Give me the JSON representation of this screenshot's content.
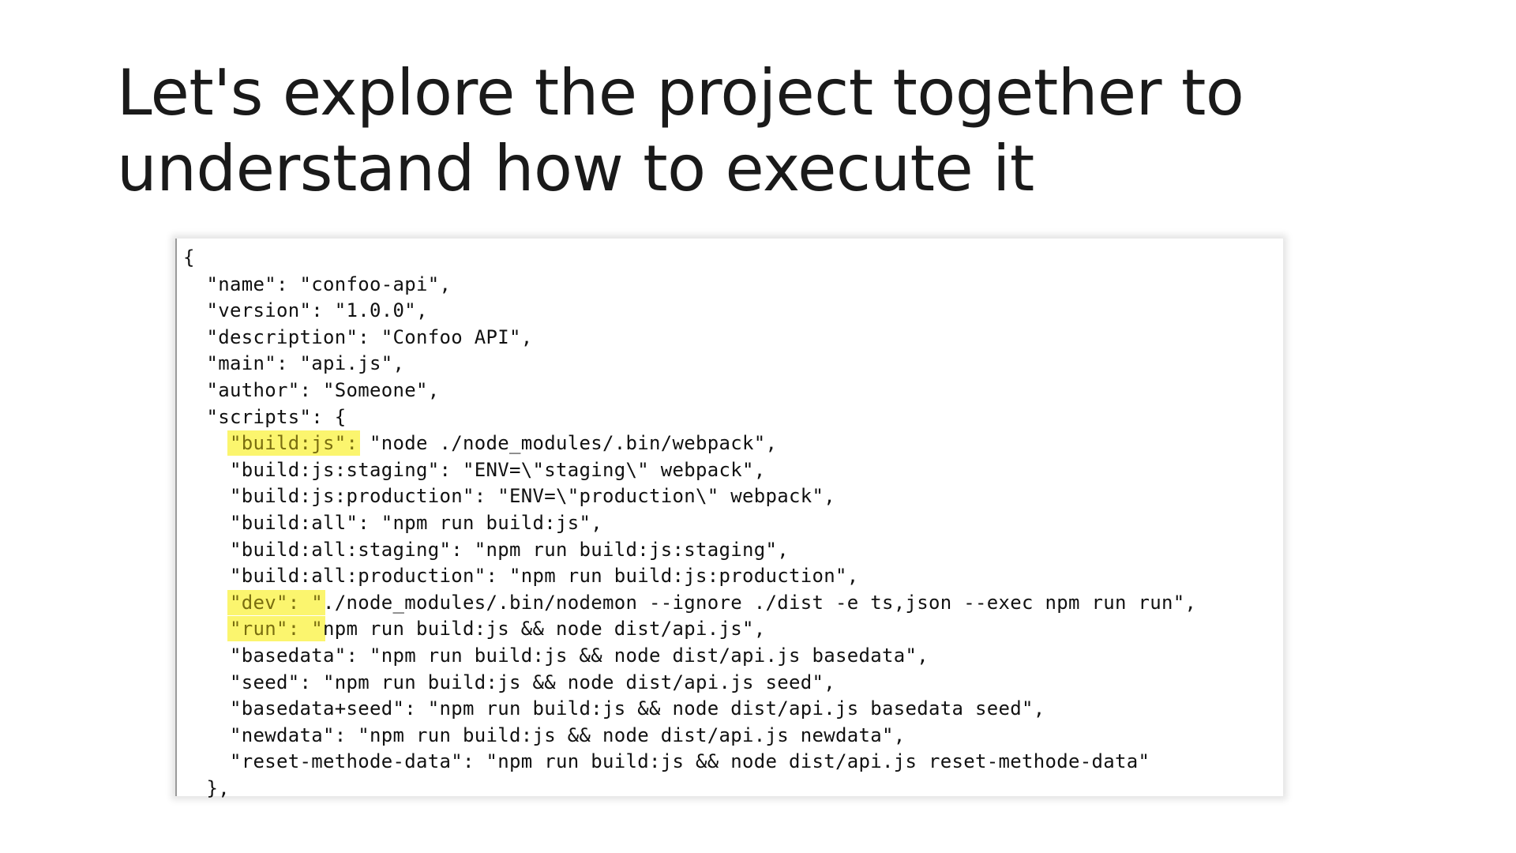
{
  "slide": {
    "title_line_1": "Let's explore the project together to",
    "title_line_2": "understand how to execute it"
  },
  "highlight_color": "#fbf56e",
  "code": {
    "lines": [
      {
        "indent": 0,
        "pre": "",
        "hl": "",
        "post": "{"
      },
      {
        "indent": 2,
        "pre": "",
        "hl": "",
        "post": "\"name\": \"confoo-api\","
      },
      {
        "indent": 2,
        "pre": "",
        "hl": "",
        "post": "\"version\": \"1.0.0\","
      },
      {
        "indent": 2,
        "pre": "",
        "hl": "",
        "post": "\"description\": \"Confoo API\","
      },
      {
        "indent": 2,
        "pre": "",
        "hl": "",
        "post": "\"main\": \"api.js\","
      },
      {
        "indent": 2,
        "pre": "",
        "hl": "",
        "post": "\"author\": \"Someone\","
      },
      {
        "indent": 2,
        "pre": "",
        "hl": "",
        "post": "\"scripts\": {"
      },
      {
        "indent": 4,
        "pre": "",
        "hl": "\"build:js\":",
        "post": " \"node ./node_modules/.bin/webpack\","
      },
      {
        "indent": 4,
        "pre": "",
        "hl": "",
        "post": "\"build:js:staging\": \"ENV=\\\"staging\\\" webpack\","
      },
      {
        "indent": 4,
        "pre": "",
        "hl": "",
        "post": "\"build:js:production\": \"ENV=\\\"production\\\" webpack\","
      },
      {
        "indent": 4,
        "pre": "",
        "hl": "",
        "post": "\"build:all\": \"npm run build:js\","
      },
      {
        "indent": 4,
        "pre": "",
        "hl": "",
        "post": "\"build:all:staging\": \"npm run build:js:staging\","
      },
      {
        "indent": 4,
        "pre": "",
        "hl": "",
        "post": "\"build:all:production\": \"npm run build:js:production\","
      },
      {
        "indent": 4,
        "pre": "",
        "hl": "\"dev\": \"",
        "post": "./node_modules/.bin/nodemon --ignore ./dist -e ts,json --exec npm run run\","
      },
      {
        "indent": 4,
        "pre": "",
        "hl": "\"run\": \"",
        "post": "npm run build:js && node dist/api.js\","
      },
      {
        "indent": 4,
        "pre": "",
        "hl": "",
        "post": "\"basedata\": \"npm run build:js && node dist/api.js basedata\","
      },
      {
        "indent": 4,
        "pre": "",
        "hl": "",
        "post": "\"seed\": \"npm run build:js && node dist/api.js seed\","
      },
      {
        "indent": 4,
        "pre": "",
        "hl": "",
        "post": "\"basedata+seed\": \"npm run build:js && node dist/api.js basedata seed\","
      },
      {
        "indent": 4,
        "pre": "",
        "hl": "",
        "post": "\"newdata\": \"npm run build:js && node dist/api.js newdata\","
      },
      {
        "indent": 4,
        "pre": "",
        "hl": "",
        "post": "\"reset-methode-data\": \"npm run build:js && node dist/api.js reset-methode-data\""
      },
      {
        "indent": 2,
        "pre": "",
        "hl": "",
        "post": "},"
      }
    ]
  }
}
